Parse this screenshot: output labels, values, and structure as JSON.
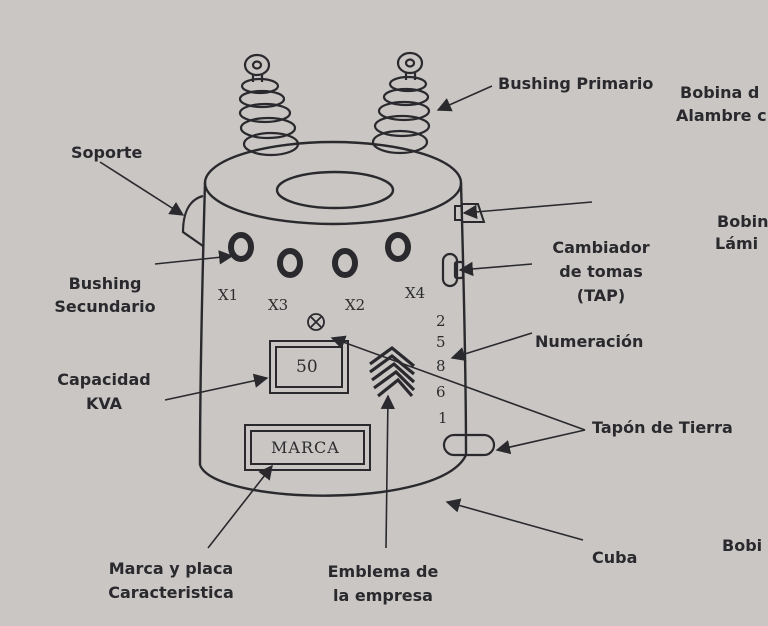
{
  "labels": {
    "bushing_primario": "Bushing Primario",
    "bobina_alambre_l1": "Bobina d",
    "bobina_alambre_l2": "Alambre c",
    "soporte": "Soporte",
    "bobina_lamina_l1": "Bobin",
    "bobina_lamina_l2": "Lámi",
    "cambiador_l1": "Cambiador",
    "cambiador_l2": "de tomas",
    "cambiador_l3": "(TAP)",
    "bushing_secundario_l1": "Bushing",
    "bushing_secundario_l2": "Secundario",
    "numeracion": "Numeración",
    "capacidad_l1": "Capacidad",
    "capacidad_l2": "KVA",
    "tapon_tierra": "Tapón de Tierra",
    "cuba": "Cuba",
    "bobi_bottom": "Bobi",
    "marca_placa_l1": "Marca y placa",
    "marca_placa_l2": "Caracteristica",
    "emblema_l1": "Emblema de",
    "emblema_l2": "la empresa"
  },
  "tank": {
    "terminal_x1": "X1",
    "terminal_x3": "X3",
    "terminal_x2": "X2",
    "terminal_x4": "X4",
    "capacity_value": "50",
    "brand_plate": "MARCA",
    "tap_numbers": [
      "2",
      "5",
      "8",
      "6",
      "1"
    ]
  },
  "colors": {
    "ink": "#2a2a2e",
    "paper": "#c9c6c3"
  }
}
